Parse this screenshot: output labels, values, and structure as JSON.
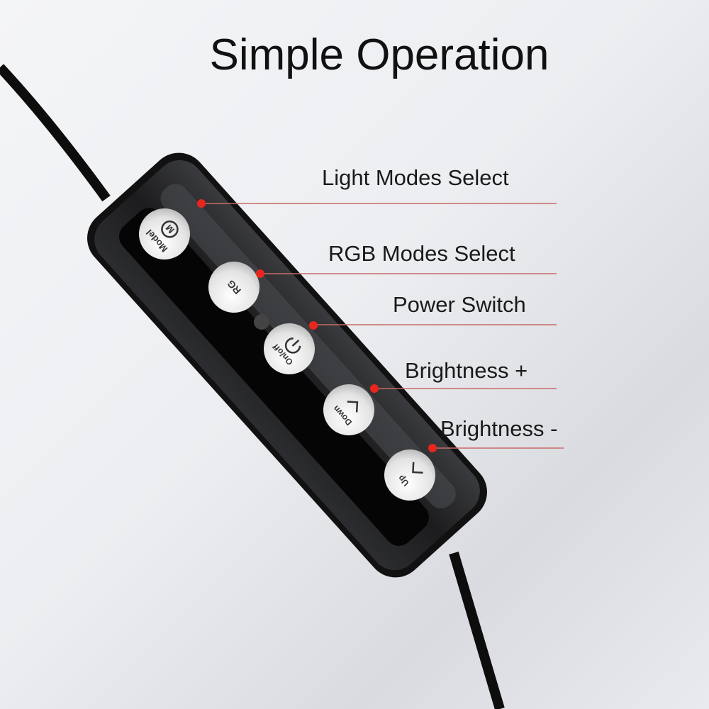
{
  "title": "Simple Operation",
  "callouts": [
    {
      "label": "Light Modes Select"
    },
    {
      "label": "RGB Modes Select"
    },
    {
      "label": "Power Switch"
    },
    {
      "label": "Brightness +"
    },
    {
      "label": "Brightness -"
    }
  ],
  "buttons": {
    "model": {
      "label": "Model",
      "icon_letter": "M"
    },
    "rg": {
      "label": "RG"
    },
    "onoff": {
      "label": "On/off"
    },
    "down": {
      "label": "Down"
    },
    "up": {
      "label": "Up"
    }
  },
  "colors": {
    "callout_dot": "#e8261e",
    "callout_line": "#c96a66",
    "remote_body": "#1b1b1c"
  }
}
